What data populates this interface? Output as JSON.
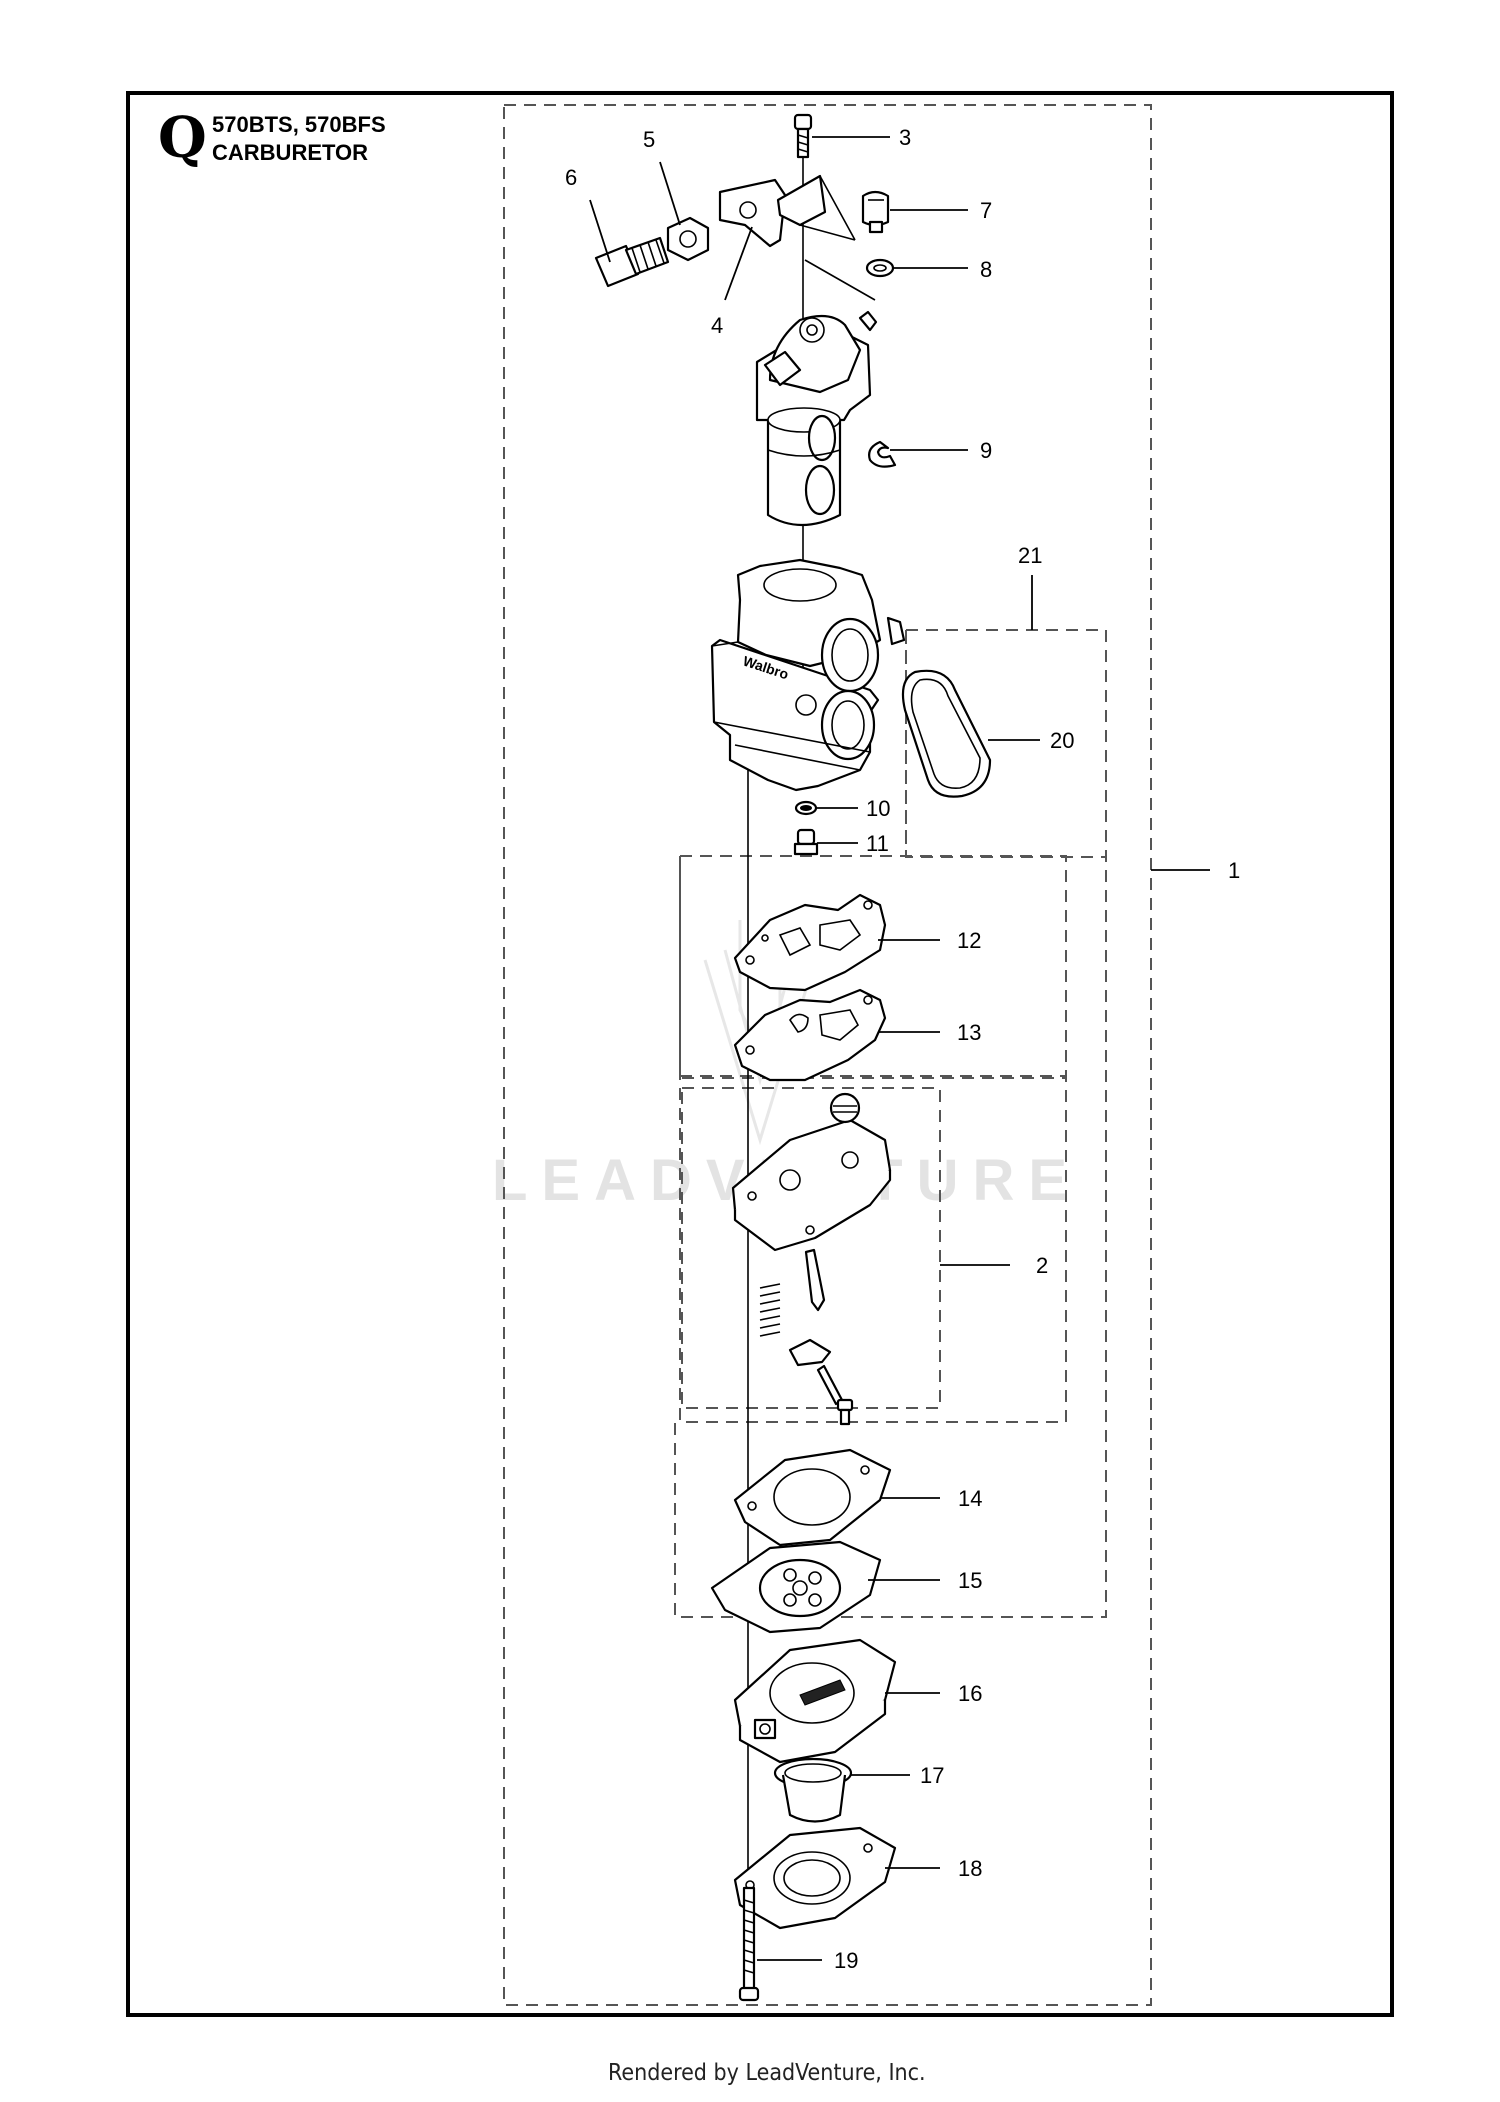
{
  "section_letter": "Q",
  "title": {
    "models": "570BTS, 570BFS",
    "name": "CARBURETOR"
  },
  "watermark": "LEADVENTURE",
  "footer": "Rendered by LeadVenture, Inc.",
  "callouts": [
    "1",
    "2",
    "3",
    "4",
    "5",
    "6",
    "7",
    "8",
    "9",
    "10",
    "11",
    "12",
    "13",
    "14",
    "15",
    "16",
    "17",
    "18",
    "19",
    "20",
    "21"
  ],
  "carb_brand": "Walbro"
}
